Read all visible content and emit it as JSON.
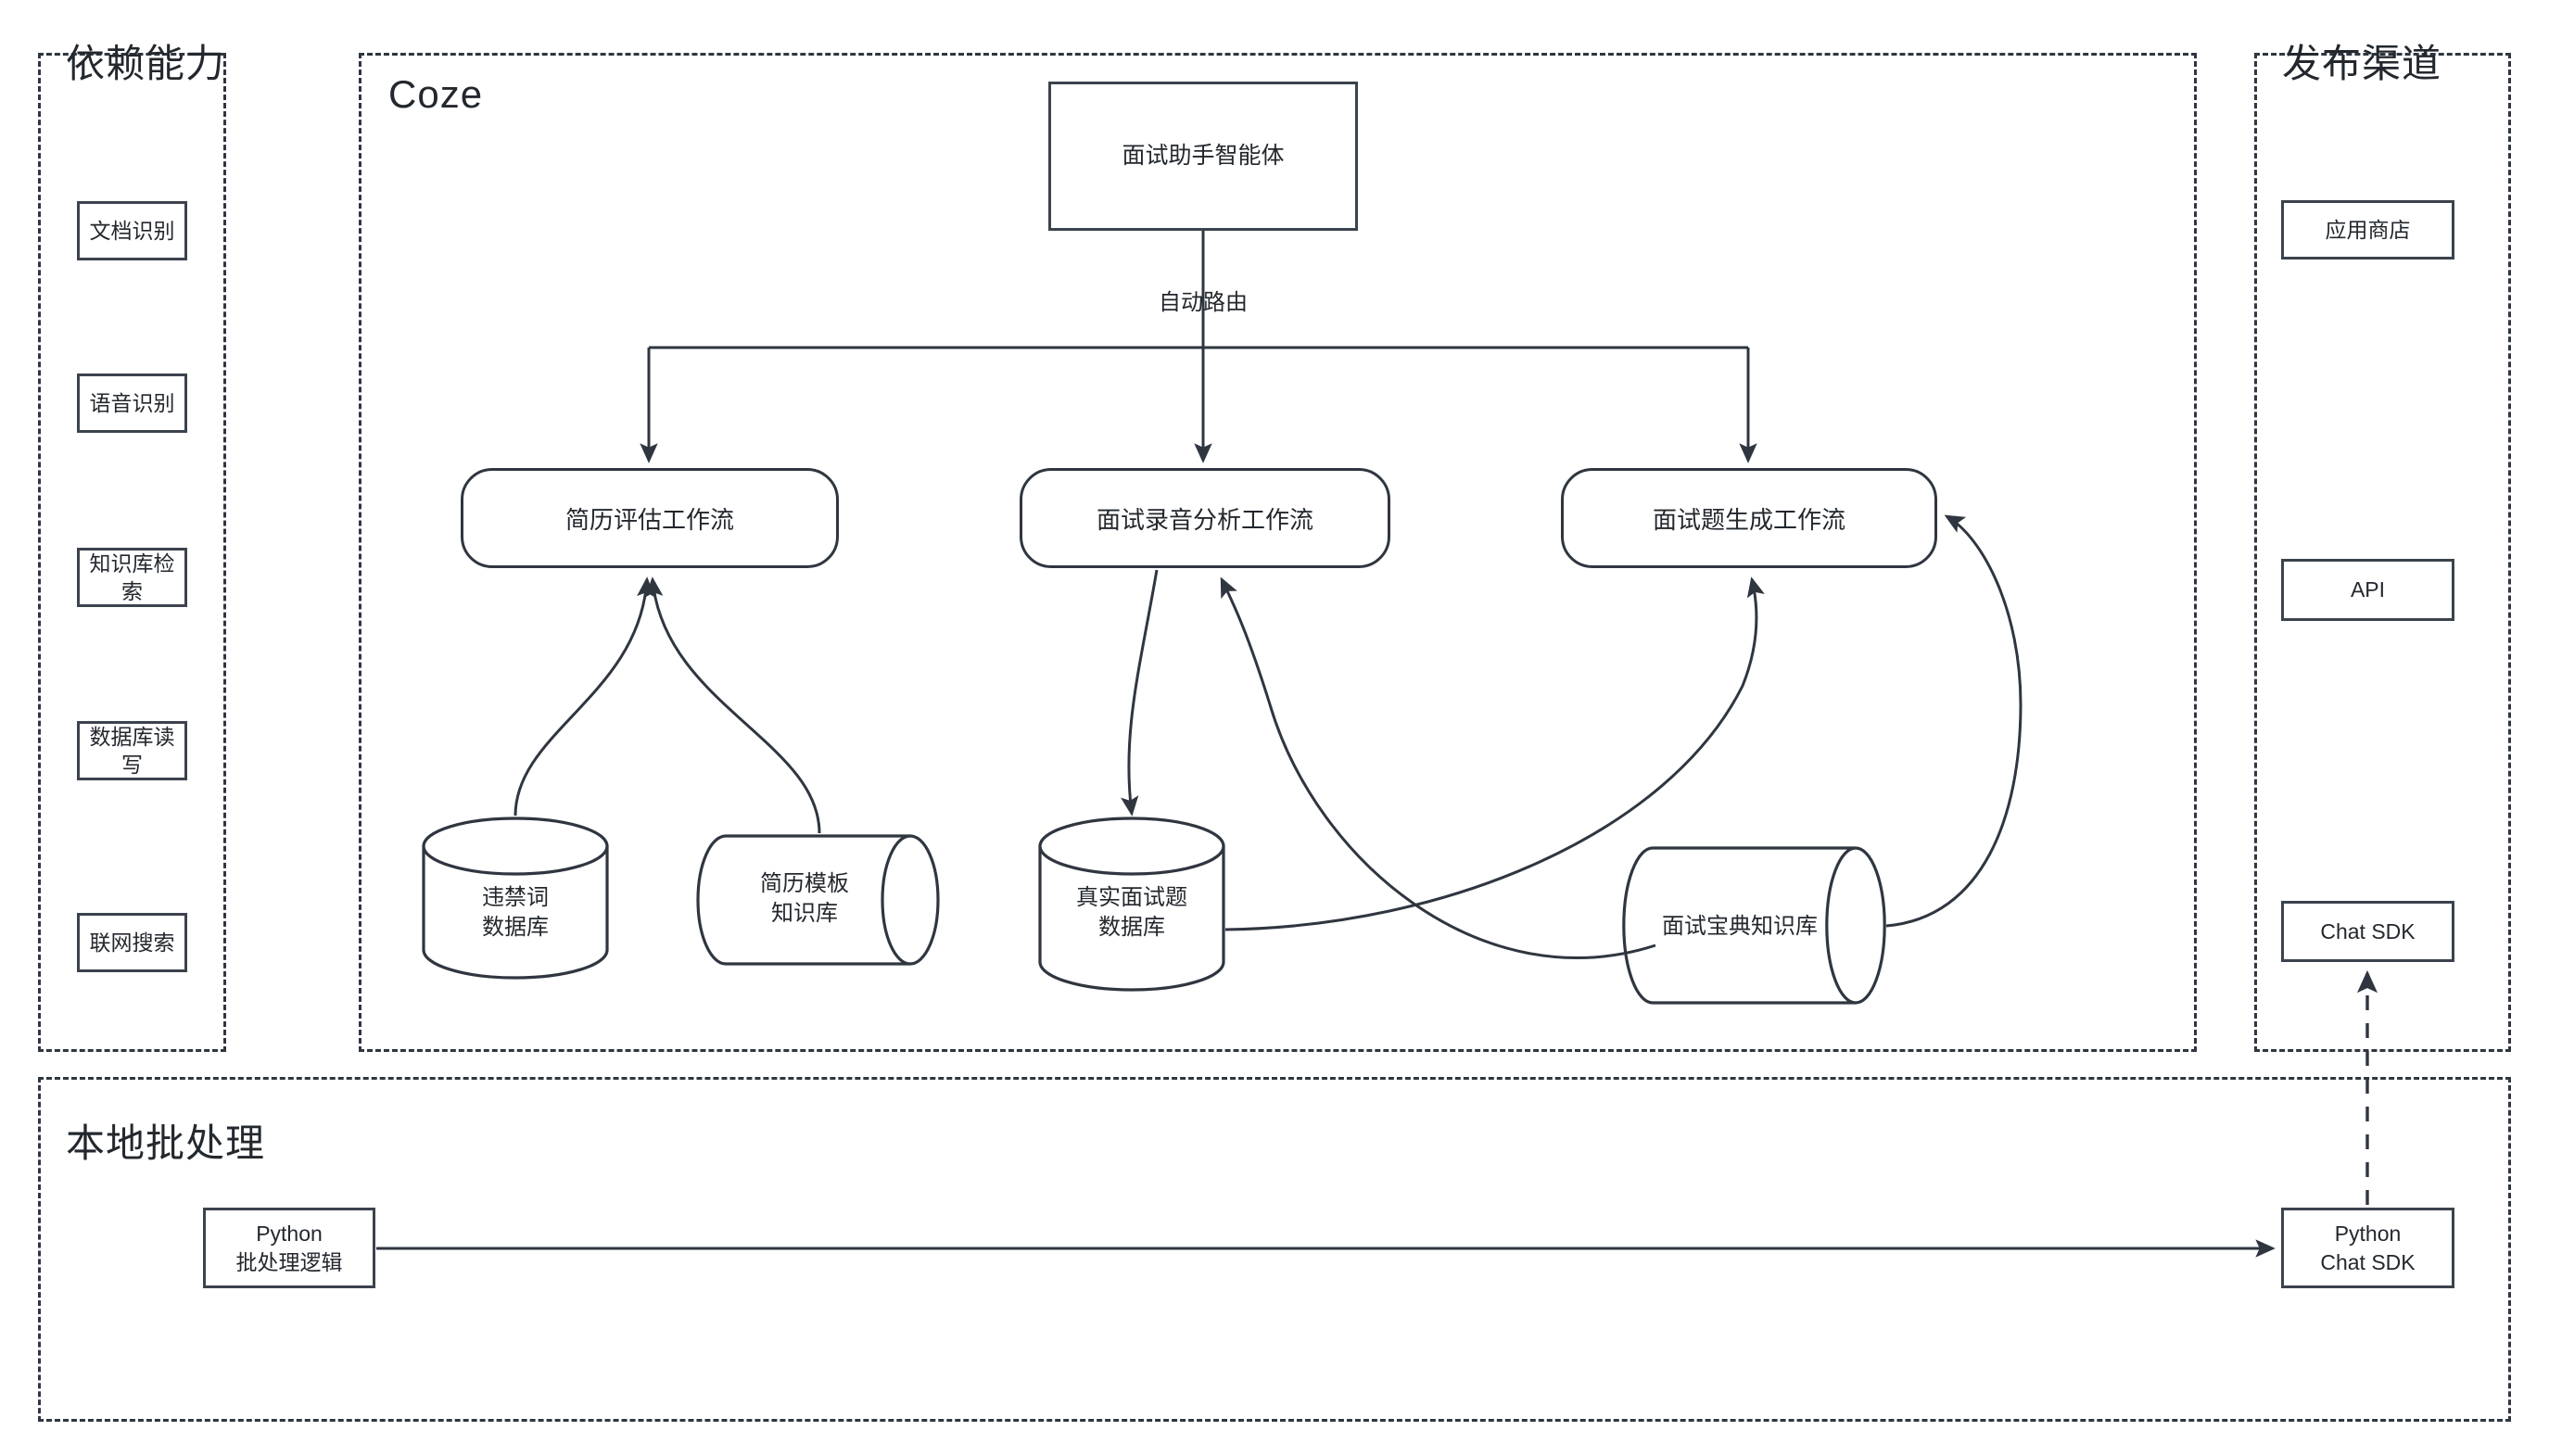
{
  "groups": {
    "dependencies": {
      "title": "依赖能力",
      "items": [
        {
          "label": "文档识别"
        },
        {
          "label": "语音识别"
        },
        {
          "label": "知识库检索"
        },
        {
          "label": "数据库读写"
        },
        {
          "label": "联网搜索"
        }
      ]
    },
    "coze": {
      "title": "Coze",
      "agent": {
        "label": "面试助手智能体"
      },
      "route_label": "自动路由",
      "workflows": [
        {
          "label": "简历评估工作流"
        },
        {
          "label": "面试录音分析工作流"
        },
        {
          "label": "面试题生成工作流"
        }
      ],
      "stores": [
        {
          "label": "违禁词\n数据库",
          "kind": "database"
        },
        {
          "label": "简历模板\n知识库",
          "kind": "knowledge-base"
        },
        {
          "label": "真实面试题\n数据库",
          "kind": "database"
        },
        {
          "label": "面试宝典知识库",
          "kind": "knowledge-base"
        }
      ]
    },
    "channels": {
      "title": "发布渠道",
      "items": [
        {
          "label": "应用商店"
        },
        {
          "label": "API"
        },
        {
          "label": "Chat SDK"
        }
      ]
    },
    "local_batch": {
      "title": "本地批处理",
      "items": [
        {
          "label": "Python\n批处理逻辑"
        },
        {
          "label": "Python\nChat SDK"
        }
      ]
    }
  },
  "colors": {
    "stroke": "#2f3640",
    "node_border": "#3b434d",
    "text": "#23282e",
    "background": "#ffffff"
  }
}
